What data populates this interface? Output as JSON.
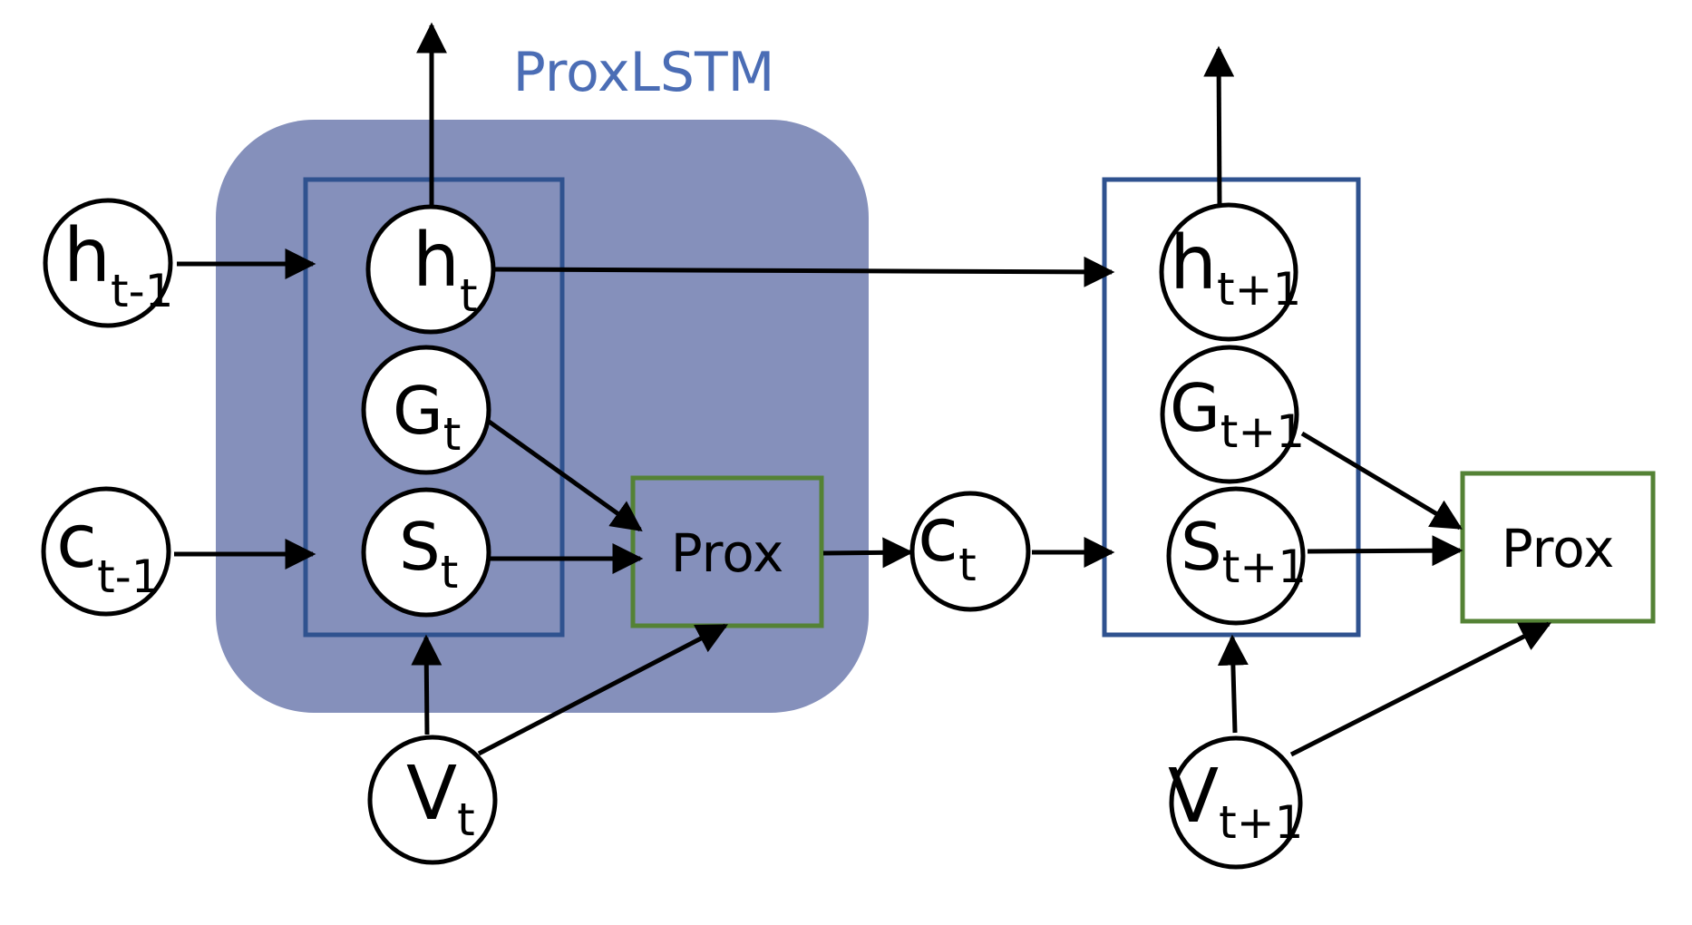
{
  "title": "ProxLSTM",
  "colors": {
    "block_fill": "#8590bb",
    "cell_border": "#2f528f",
    "prox_border": "#548235",
    "title_color": "#4b6db5"
  },
  "step_t": {
    "inputs": {
      "h_prev": {
        "base": "h",
        "sub": "t-1"
      },
      "c_prev": {
        "base": "c",
        "sub": "t-1"
      }
    },
    "h": {
      "base": "h",
      "sub": "t"
    },
    "G": {
      "base": "G",
      "sub": "t"
    },
    "S": {
      "base": "S",
      "sub": "t"
    },
    "V": {
      "base": "V",
      "sub": "t"
    },
    "prox": "Prox",
    "c_out": {
      "base": "c",
      "sub": "t"
    }
  },
  "step_t1": {
    "h": {
      "base": "h",
      "sub": "t+1"
    },
    "G": {
      "base": "G",
      "sub": "t+1"
    },
    "S": {
      "base": "S",
      "sub": "t+1"
    },
    "V": {
      "base": "V",
      "sub": "t+1"
    },
    "prox": "Prox"
  }
}
